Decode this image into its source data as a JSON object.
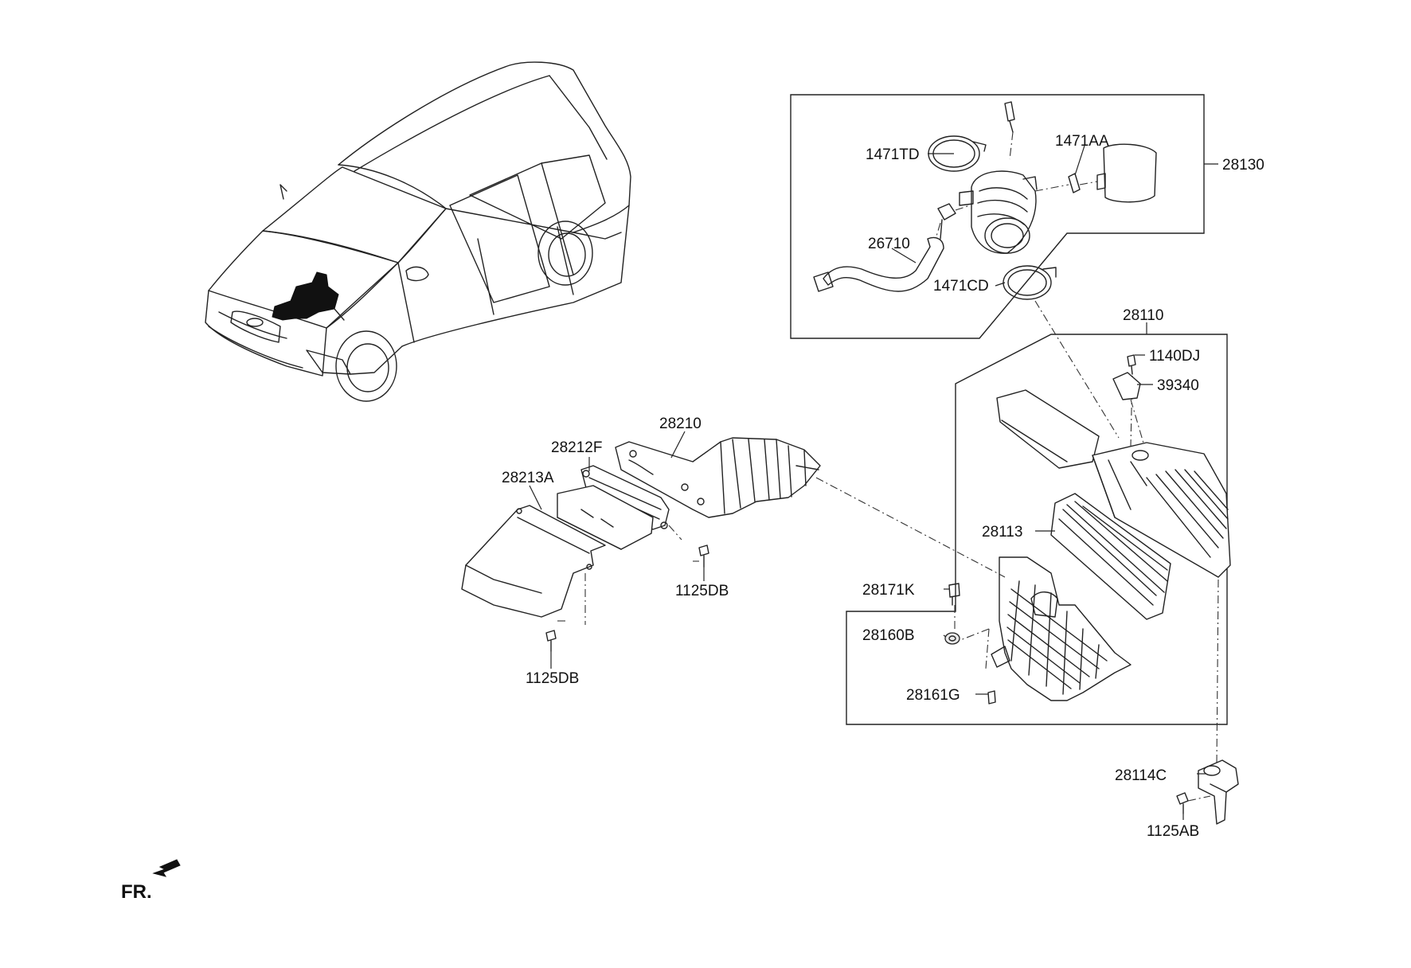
{
  "diagram": {
    "part_labels": {
      "p1471TD": "1471TD",
      "p1471AA": "1471AA",
      "p28130": "28130",
      "p26710": "26710",
      "p1471CD": "1471CD",
      "p28110": "28110",
      "p1140DJ": "1140DJ",
      "p39340": "39340",
      "p28210": "28210",
      "p28212F": "28212F",
      "p28213A": "28213A",
      "p28113": "28113",
      "p28171K": "28171K",
      "p28160B": "28160B",
      "p28161G": "28161G",
      "p1125DB_a": "1125DB",
      "p1125DB_b": "1125DB",
      "p28114C": "28114C",
      "p1125AB": "1125AB"
    },
    "direction_marker": {
      "label": "FR.",
      "icon": "front-direction-arrow-icon"
    },
    "vehicle": {
      "icon": "minivan-location-icon"
    }
  }
}
